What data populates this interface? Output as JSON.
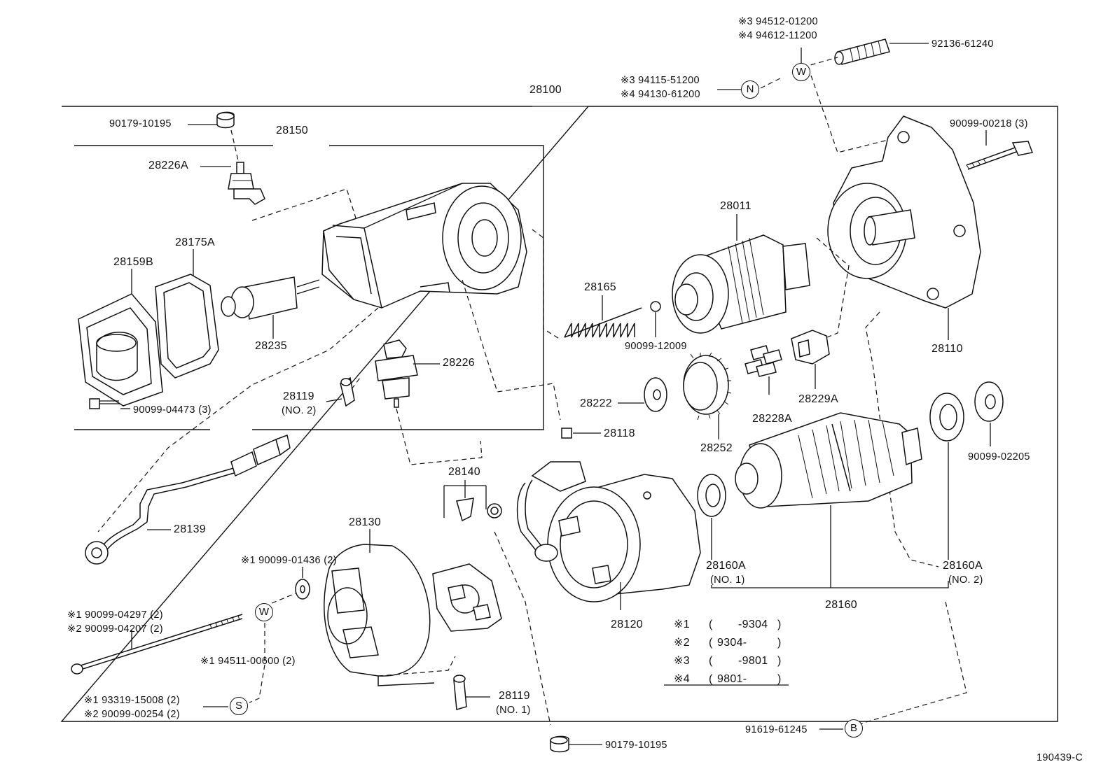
{
  "diagram_code": "190439-C",
  "labels": {
    "p28100": "28100",
    "p28150": "28150",
    "p90179a": "90179-10195",
    "p28226A": "28226A",
    "p28175A": "28175A",
    "p28159B": "28159B",
    "p28235": "28235",
    "p28226": "28226",
    "p28119_2": "28119",
    "no2a": "(NO. 2)",
    "p90099_04473": "90099-04473 (3)",
    "p28139": "28139",
    "p28130": "28130",
    "p28140": "28140",
    "p28165": "28165",
    "p90099_12009": "90099-12009",
    "p28011": "28011",
    "p28222": "28222",
    "p28118": "28118",
    "p28252": "28252",
    "p28228A": "28228A",
    "p28229A": "28229A",
    "p28110": "28110",
    "p90099_00218": "90099-00218 (3)",
    "p92136": "92136-61240",
    "n3": "※3  94115-51200",
    "n4": "※4  94130-61200",
    "w3": "※3  94512-01200",
    "w4": "※4  94612-11200",
    "p90099_02205": "90099-02205",
    "p28160A_1": "28160A",
    "no1a": "(NO. 1)",
    "p28160A_2": "28160A",
    "no2b": "(NO. 2)",
    "p28160": "28160",
    "p28120": "28120",
    "s1_01436": "※1  90099-01436 (2)",
    "s1_04297": "※1  90099-04297 (2)",
    "s2_04207": "※2  90099-04207 (2)",
    "s1_94511": "※1  94511-00600 (2)",
    "s1_93319": "※1  93319-15008 (2)",
    "s2_00254": "※2  90099-00254 (2)",
    "p28119_1": "28119",
    "no1b": "(NO. 1)",
    "p90179b": "90179-10195",
    "p91619": "91619-61245"
  },
  "callouts": {
    "N": "N",
    "W_top": "W",
    "W_low": "W",
    "S": "S",
    "B": "B"
  },
  "legend": [
    {
      "mark": "※1",
      "open": "(",
      "range": "-9304",
      "close": ")"
    },
    {
      "mark": "※2",
      "open": "(",
      "range": "9304-",
      "close": ")"
    },
    {
      "mark": "※3",
      "open": "(",
      "range": "-9801",
      "close": ")"
    },
    {
      "mark": "※4",
      "open": "(",
      "range": "9801-",
      "close": ")"
    }
  ]
}
